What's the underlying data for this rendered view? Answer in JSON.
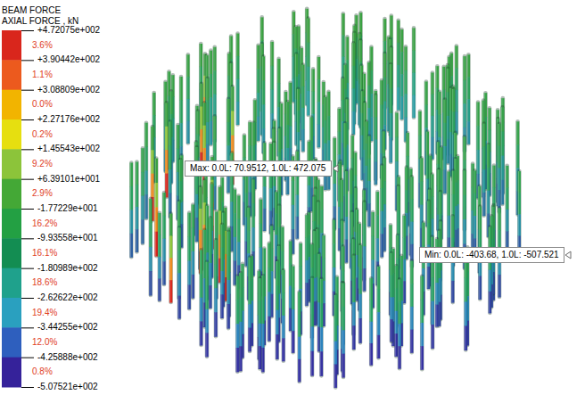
{
  "diagram": {
    "title": "BEAM FORCE",
    "nodes": [
      {
        "text": [
          "Max: 0.0L: 70.9512, 1.0L: 472.075"
        ]
      },
      {
        "text": [
          "Min: 0.0L: -403.68, 1.0L: -507.521"
        ]
      }
    ],
    "labels": [
      "AXIAL FORCE , kN",
      "+4.72075e+002",
      "+3.90442e+002",
      "+3.08809e+002",
      "+2.27176e+002",
      "+1.45543e+002",
      "+6.39101e+001",
      "-1.77229e+001",
      "-9.93558e+001",
      "-1.80989e+002",
      "-2.62622e+002",
      "-3.44255e+002",
      "-4.25888e+002",
      "-5.07521e+002"
    ],
    "legend": [
      {
        "text": "3.6%",
        "color": "#d9261c"
      },
      {
        "text": "1.1%",
        "color": "#ec5a1e"
      },
      {
        "text": "0.0%",
        "color": "#f2b400"
      },
      {
        "text": "0.2%",
        "color": "#e6df10"
      },
      {
        "text": "9.2%",
        "color": "#8cc43a"
      },
      {
        "text": "2.9%",
        "color": "#44a836"
      },
      {
        "text": "16.2%",
        "color": "#23a043"
      },
      {
        "text": "16.1%",
        "color": "#138d52"
      },
      {
        "text": "18.6%",
        "color": "#1fa18c"
      },
      {
        "text": "19.4%",
        "color": "#2aa0bf"
      },
      {
        "text": "12.0%",
        "color": "#2e5fbe"
      },
      {
        "text": "0.8%",
        "color": "#35229a"
      }
    ]
  }
}
